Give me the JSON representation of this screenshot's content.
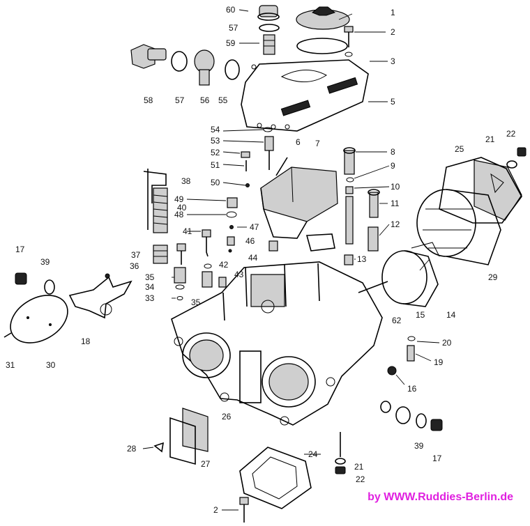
{
  "credit": "by  WWW.Ruddies-Berlin.de",
  "colors": {
    "credit": "#e020e0",
    "ink": "#000000",
    "background": "#ffffff"
  },
  "labels": {
    "l1": "1",
    "l2": "2",
    "l3": "3",
    "l5": "5",
    "l6": "6",
    "l7": "7",
    "l8": "8",
    "l9": "9",
    "l10": "10",
    "l11": "11",
    "l12": "12",
    "l13": "13",
    "l14": "14",
    "l15": "15",
    "l16": "16",
    "l17a": "17",
    "l17b": "17",
    "l18": "18",
    "l19": "19",
    "l20": "20",
    "l21a": "21",
    "l21b": "21",
    "l22a": "22",
    "l22b": "22",
    "l24": "24",
    "l25": "25",
    "l26": "26",
    "l27": "27",
    "l28": "28",
    "l29": "29",
    "l30": "30",
    "l31": "31",
    "l33": "33",
    "l34": "34",
    "l35a": "35",
    "l35b": "35",
    "l36": "36",
    "l37": "37",
    "l38": "38",
    "l39a": "39",
    "l39b": "39",
    "l40": "40",
    "l41": "41",
    "l42": "42",
    "l43": "43",
    "l44": "44",
    "l46": "46",
    "l47": "47",
    "l48": "48",
    "l49": "49",
    "l50": "50",
    "l51": "51",
    "l52": "52",
    "l53": "53",
    "l54": "54",
    "l55": "55",
    "l56": "56",
    "l57a": "57",
    "l57b": "57",
    "l58": "58",
    "l59": "59",
    "l60": "60",
    "l62": "62",
    "l2b": "2"
  }
}
